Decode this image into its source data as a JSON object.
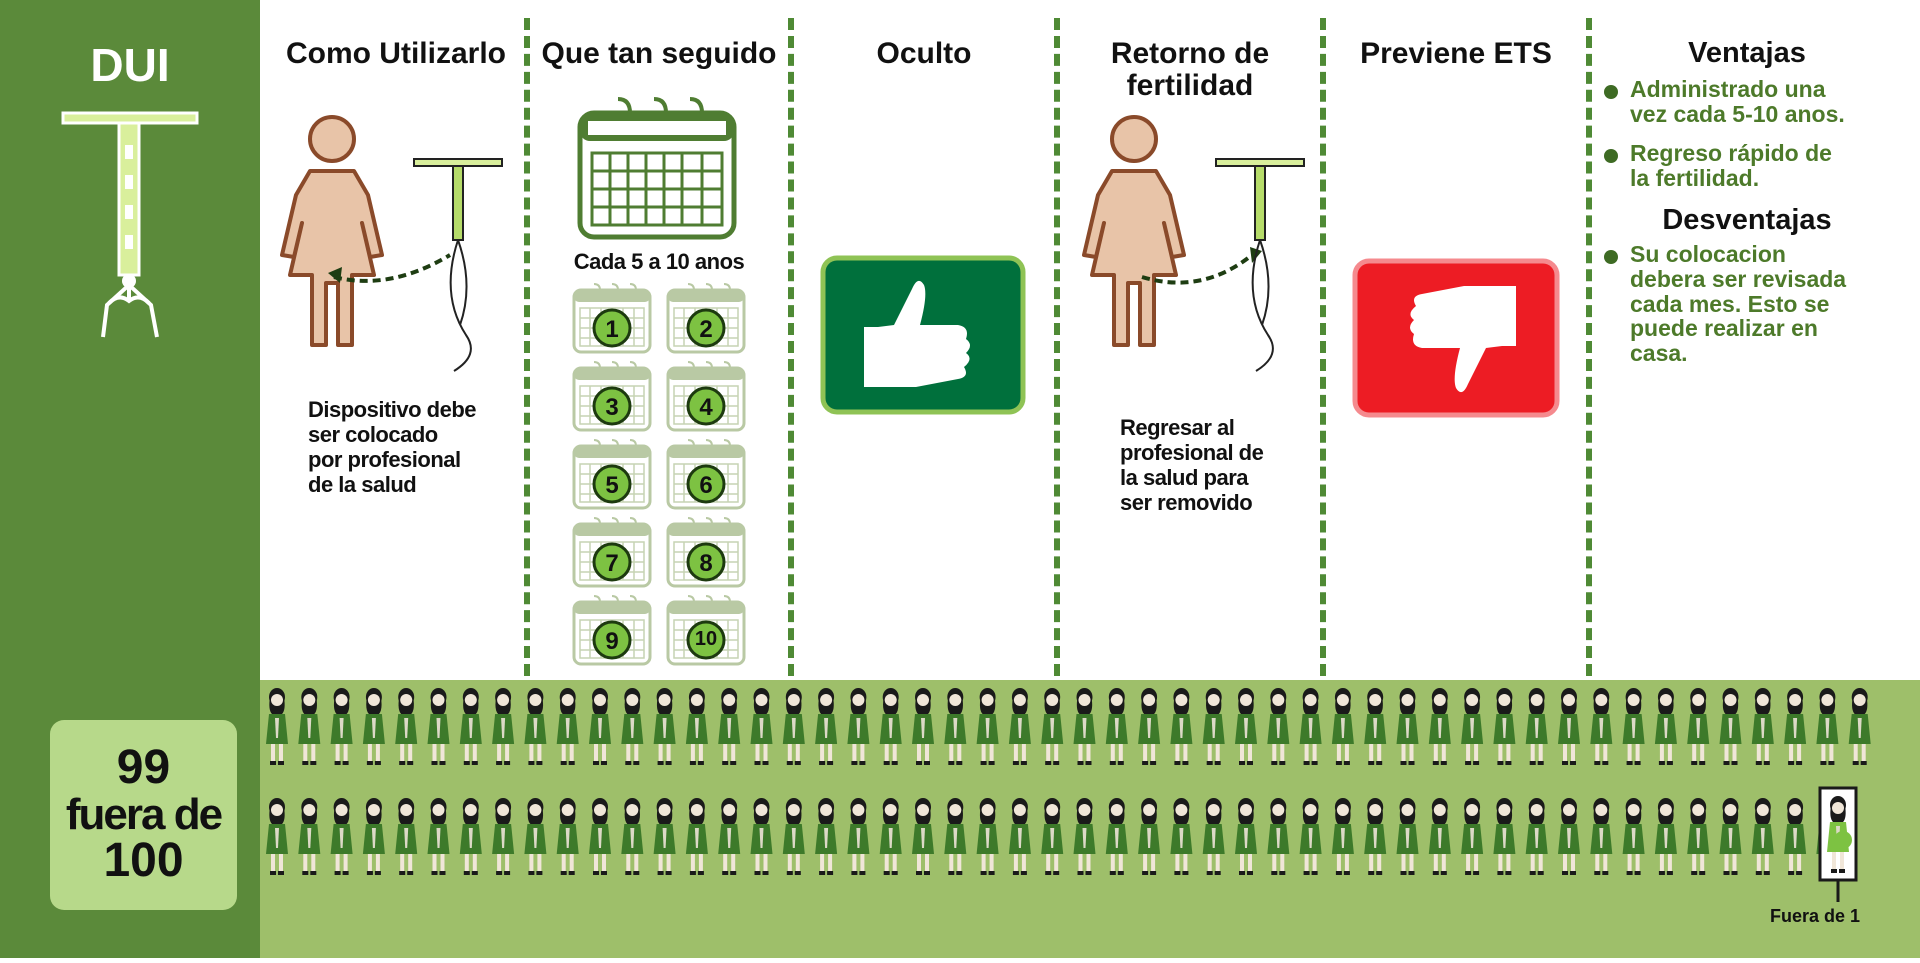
{
  "sidebar": {
    "title": "DUI"
  },
  "stat": {
    "line1": "99",
    "line2": "fuera de",
    "line3": "100"
  },
  "columns": {
    "como": {
      "title": "Como Utilizarlo",
      "caption": [
        "Dispositivo debe",
        "ser colocado",
        "por profesional",
        "de la salud"
      ]
    },
    "seguido": {
      "title": "Que tan seguido",
      "subtitle": "Cada 5 a 10 anos",
      "numbers": [
        "1",
        "2",
        "3",
        "4",
        "5",
        "6",
        "7",
        "8",
        "9",
        "10"
      ]
    },
    "oculto": {
      "title": "Oculto"
    },
    "retorno": {
      "title_line1": "Retorno de",
      "title_line2": "fertilidad",
      "caption": [
        "Regresar al",
        "profesional de",
        "la salud para",
        "ser removido"
      ]
    },
    "ets": {
      "title": "Previene ETS"
    }
  },
  "ventajas": {
    "title": "Ventajas",
    "items": [
      [
        "Administrado una",
        "vez cada 5-10 anos."
      ],
      [
        "Regreso rápido de",
        "la fertilidad."
      ]
    ]
  },
  "desventajas": {
    "title": "Desventajas",
    "items": [
      [
        "Su colocacion",
        "debera ser revisada",
        "cada mes. Esto se",
        "puede realizar en",
        "casa."
      ]
    ]
  },
  "footer": {
    "fuera_label": "Fuera de 1"
  },
  "colors": {
    "sidebar": "#5b8a3a",
    "bottom": "#9ebf6a",
    "thumbs_up": "#00703c",
    "thumbs_down": "#ed1c24",
    "accent_text": "#4d7a2a"
  }
}
